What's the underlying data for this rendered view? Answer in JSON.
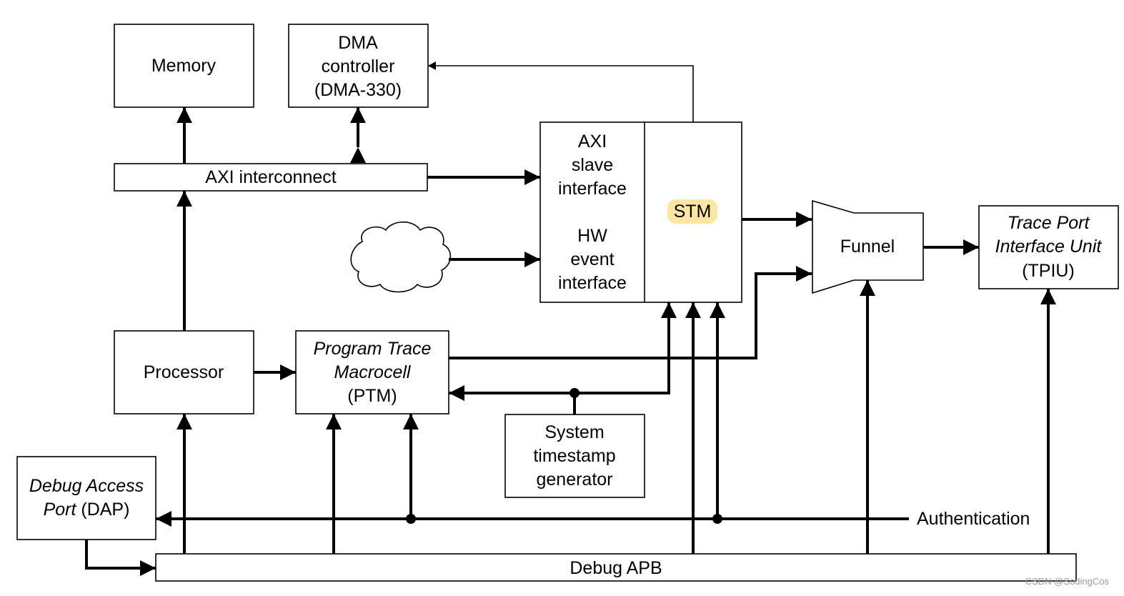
{
  "memory": "Memory",
  "dma": [
    "DMA",
    "controller",
    "(DMA-330)"
  ],
  "axi_interconnect": "AXI interconnect",
  "axi_slave": [
    "AXI",
    "slave",
    "interface"
  ],
  "hw_event": [
    "HW",
    "event",
    "interface"
  ],
  "stm": "STM",
  "funnel": "Funnel",
  "tpiu": [
    "Trace Port",
    "Interface Unit",
    "(TPIU)"
  ],
  "processor": "Processor",
  "ptm": [
    "Program Trace",
    "Macrocell",
    "(PTM)"
  ],
  "timestamp": [
    "System",
    "timestamp",
    "generator"
  ],
  "dap": {
    "line1": "Debug Access",
    "line2_italic": "Port",
    "line2_normal": " (DAP)"
  },
  "authentication": "Authentication",
  "debug_apb": "Debug APB",
  "watermark": "CSDN @SodingCos",
  "colors": {
    "stm_highlight": "#fbe7a1",
    "stroke": "#000000"
  }
}
